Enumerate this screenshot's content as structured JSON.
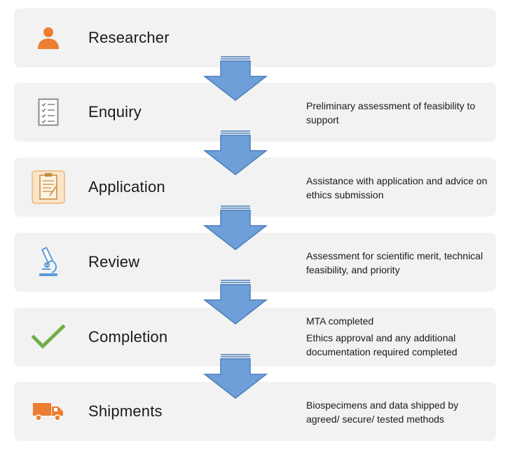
{
  "steps": [
    {
      "id": "researcher",
      "title": "Researcher",
      "icon": "person-icon",
      "desc": []
    },
    {
      "id": "enquiry",
      "title": "Enquiry",
      "icon": "checklist-icon",
      "desc": [
        "Preliminary assessment of feasibility to support"
      ]
    },
    {
      "id": "application",
      "title": "Application",
      "icon": "clipboard-icon",
      "desc": [
        "Assistance with application and advice on ethics submission"
      ]
    },
    {
      "id": "review",
      "title": "Review",
      "icon": "microscope-icon",
      "desc": [
        "Assessment for scientific merit, technical feasibility, and priority"
      ]
    },
    {
      "id": "completion",
      "title": "Completion",
      "icon": "checkmark-icon",
      "desc": [
        "MTA completed",
        "Ethics approval and any additional documentation required completed"
      ]
    },
    {
      "id": "shipments",
      "title": "Shipments",
      "icon": "truck-icon",
      "desc": [
        "Biospecimens and data shipped by agreed/ secure/ tested methods"
      ]
    }
  ],
  "colors": {
    "box": "#f2f2f2",
    "arrow_fill": "#6f9fd8",
    "arrow_stroke": "#4a7ebb",
    "orange": "#ed7d31",
    "green": "#70ad47",
    "blue": "#5b9bd5",
    "gray": "#8c8c8c",
    "clipboard_fill": "#fbe5c8"
  }
}
